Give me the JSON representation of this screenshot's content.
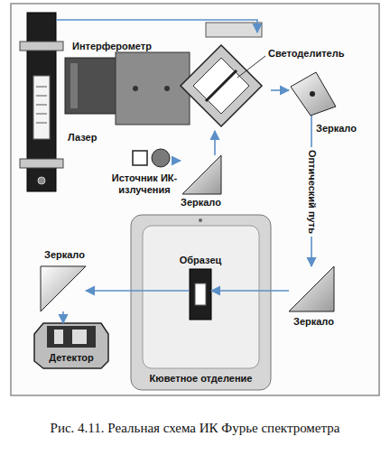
{
  "diagram": {
    "caption": "Рис. 4.11. Реальная схема ИК Фурье спектрометра",
    "nodes": [
      {
        "text": [
          "Лазер"
        ]
      },
      {
        "text": [
          "Интерферометр"
        ]
      },
      {
        "text": [
          "Зеркало"
        ]
      },
      {
        "text": [
          "Источник ИК-излучения"
        ]
      },
      {
        "text": [
          "Зеркало"
        ]
      },
      {
        "text": [
          "Зеркало"
        ]
      },
      {
        "text": [
          "Кюветное отделение"
        ]
      },
      {
        "text": [
          "Образец"
        ],
        "in": 6
      },
      {
        "text": [
          "Зеркало"
        ]
      },
      {
        "text": [
          "Детектор"
        ]
      }
    ],
    "edges": [
      {
        "from": 0,
        "to": 1,
        "arrow": "to"
      },
      {
        "from": 3,
        "to": 4,
        "arrow": "to"
      },
      {
        "from": 4,
        "to": 1,
        "arrow": "to"
      },
      {
        "from": 1,
        "to": 2,
        "arrow": "to"
      },
      {
        "from": 2,
        "to": 8,
        "label": "Оптический путь",
        "arrow": "to"
      },
      {
        "from": 8,
        "to": 7,
        "arrow": "to"
      },
      {
        "from": 7,
        "to": 5,
        "arrow": "to"
      },
      {
        "from": 5,
        "to": 9,
        "arrow": "to"
      }
    ],
    "labels": [
      "Светоделитель"
    ]
  }
}
